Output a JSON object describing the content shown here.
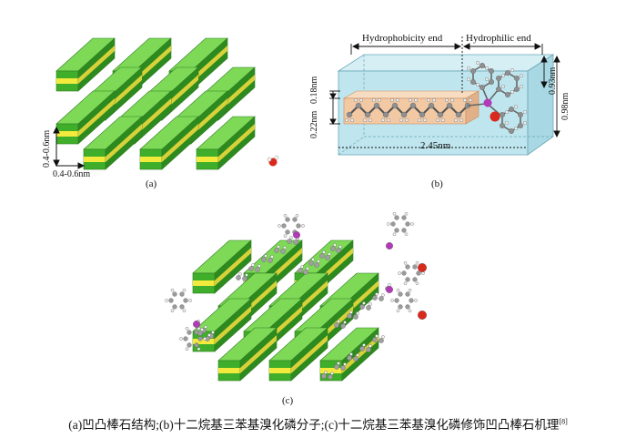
{
  "panels": {
    "a": {
      "label": "(a)",
      "dims": {
        "vertical": "0.4-0.6nm",
        "horizontal": "0.4-0.6nm"
      }
    },
    "b": {
      "label": "(b)",
      "dims": {
        "hydrophobic_end": "Hydrophobicity end",
        "hydrophilic_end": "Hydrophilic end",
        "d1": "0.18nm",
        "d2": "0.22nm",
        "d3": "0.93nm",
        "d4": "0.98nm",
        "length": "2.45nm"
      }
    },
    "c": {
      "label": "(c)"
    }
  },
  "caption": {
    "text": "(a)凹凸棒石结构;(b)十二烷基三苯基溴化磷分子;(c)十二烷基三苯基溴化磷修饰凹凸棒石机理",
    "ref": "[8]"
  },
  "colors": {
    "green_top": "#7ed957",
    "green_front": "#3fae2a",
    "green_side": "#2d8a1f",
    "yellow": "#f2ea3c",
    "box_fill": "#bfe6ef",
    "chain_fill": "#f3c9a4",
    "phosphorus": "#b23ab8",
    "oxygen": "#d9291c"
  }
}
